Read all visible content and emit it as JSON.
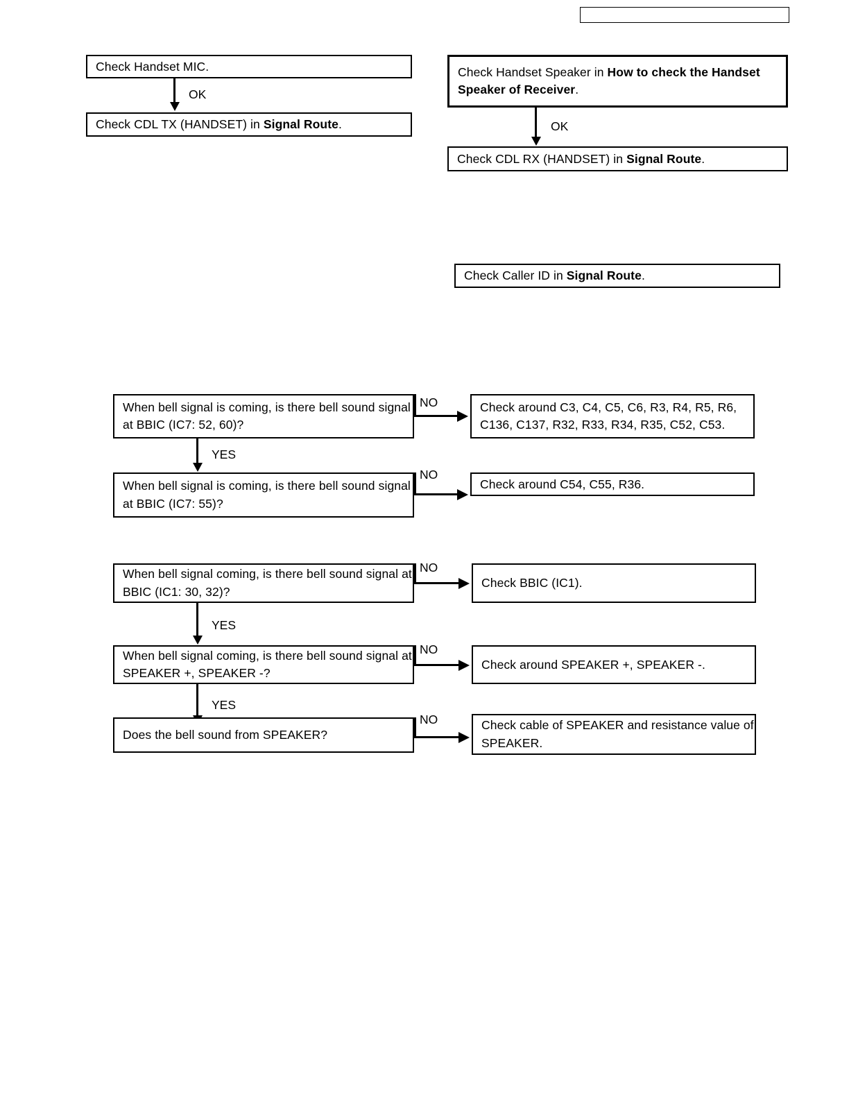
{
  "document": {
    "type": "troubleshooting-flowchart",
    "header_box": {
      "text": ""
    }
  },
  "sections": {
    "handset_mic": {
      "start": {
        "text": "Check Handset MIC."
      },
      "connector": {
        "label": "OK"
      },
      "result": {
        "prefix": "Check CDL TX (HANDSET) in ",
        "bold": "Signal Route",
        "suffix": "."
      }
    },
    "handset_speaker": {
      "start": {
        "prefix": "Check Handset Speaker in ",
        "bold": "How to check the Handset Speaker of Receiver",
        "suffix": "."
      },
      "connector": {
        "label": "OK"
      },
      "result": {
        "prefix": "Check CDL RX (HANDSET) in ",
        "bold": "Signal Route",
        "suffix": "."
      }
    },
    "caller_id": {
      "box": {
        "prefix": "Check Caller ID in ",
        "bold": "Signal Route",
        "suffix": "."
      }
    },
    "bell_bbic_ic7": {
      "step1": {
        "question": "When bell signal is coming, is there bell sound signal at BBIC (IC7: 52, 60)?",
        "no_label": "NO",
        "no_result": "Check around C3, C4, C5, C6, R3, R4, R5, R6, C136, C137, R32, R33, R34, R35, C52, C53.",
        "yes_label": "YES"
      },
      "step2": {
        "question": "When bell signal is coming, is there bell sound signal at BBIC (IC7: 55)?",
        "no_label": "NO",
        "no_result": "Check around C54, C55, R36."
      }
    },
    "bell_speaker": {
      "step1": {
        "question": "When bell signal coming, is there bell sound signal at BBIC (IC1: 30, 32)?",
        "no_label": "NO",
        "no_result": "Check BBIC (IC1).",
        "yes_label": "YES"
      },
      "step2": {
        "question": "When bell signal coming, is there bell sound signal at SPEAKER +, SPEAKER -?",
        "no_label": "NO",
        "no_result": "Check around SPEAKER +, SPEAKER -.",
        "yes_label": "YES"
      },
      "step3": {
        "question": "Does the bell sound from SPEAKER?",
        "no_label": "NO",
        "no_result": "Check cable of SPEAKER and resistance value of SPEAKER."
      }
    }
  }
}
